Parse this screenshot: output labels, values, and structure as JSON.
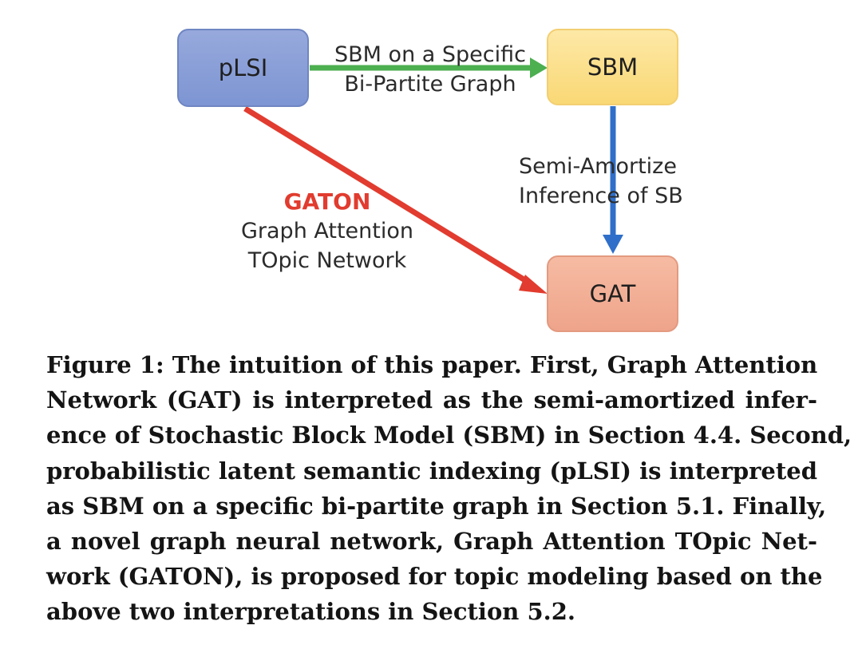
{
  "diagram": {
    "nodes": {
      "plsi": "pLSI",
      "sbm": "SBM",
      "gat": "GAT"
    },
    "edges": {
      "plsi_to_sbm": {
        "line1": "SBM on a Specific",
        "line2": "Bi-Partite Graph",
        "color": "#4caf50"
      },
      "sbm_to_gat": {
        "line1": "Semi-Amortize",
        "line2": "Inference of SB",
        "color": "#2f6fc9"
      },
      "plsi_to_gat": {
        "name": "GATON",
        "line1": "Graph Attention",
        "line2": "TOpic Network",
        "color": "#e13c2f"
      }
    }
  },
  "caption": {
    "lines": [
      "Figure 1: The intuition of this paper. First, Graph Attention",
      "Network (GAT) is interpreted as the semi-amortized infer-",
      "ence of Stochastic Block Model (SBM) in Section 4.4. Second,",
      "probabilistic latent semantic indexing (pLSI) is interpreted",
      "as SBM on a specific bi-partite graph in Section 5.1. Finally,",
      "a novel graph neural network, Graph Attention TOpic Net-",
      "work (GATON), is proposed for topic modeling based on the",
      "above two interpretations in Section 5.2."
    ]
  }
}
